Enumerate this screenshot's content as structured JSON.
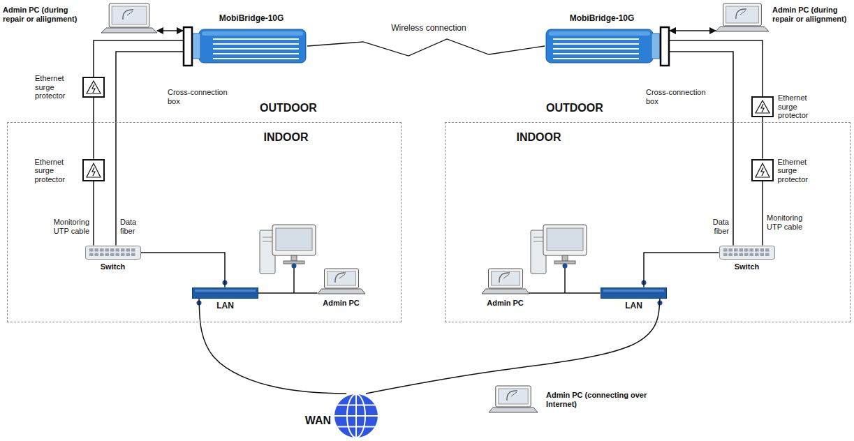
{
  "diagram": {
    "nodes": [
      {
        "text": [
          "Admin PC (during repair or aliignment)"
        ]
      },
      {
        "text": [
          "MobiBridge-10G"
        ]
      },
      {
        "text": [
          "Cross-connection box"
        ]
      },
      {
        "text": [
          "Ethernet surge protector"
        ]
      },
      {
        "text": [
          "INDOOR"
        ]
      },
      {
        "text": [
          "Ethernet surge protector"
        ],
        "in": 4
      },
      {
        "text": [
          "Switch"
        ],
        "in": 4
      },
      {
        "text": [
          "LAN"
        ],
        "in": 4
      },
      {
        "text": [
          "Admin PC"
        ],
        "in": 4
      },
      {
        "text": [
          "MobiBridge-10G"
        ]
      },
      {
        "text": [
          "Admin PC (during repair or aliignment)"
        ]
      },
      {
        "text": [
          "Cross-connection box"
        ]
      },
      {
        "text": [
          "Ethernet surge protector"
        ]
      },
      {
        "text": [
          "INDOOR"
        ]
      },
      {
        "text": [
          "Ethernet surge protector"
        ],
        "in": 13
      },
      {
        "text": [
          "Switch"
        ],
        "in": 13
      },
      {
        "text": [
          "LAN"
        ],
        "in": 13
      },
      {
        "text": [
          "Admin PC"
        ],
        "in": 13
      },
      {
        "text": [
          "WAN"
        ]
      },
      {
        "text": [
          "Admin PC (connecting over Internet)"
        ]
      }
    ],
    "edges": [
      {
        "from": 1,
        "to": 9,
        "arrow": "none",
        "label": "Wireless connection"
      },
      {
        "from": 0,
        "to": 2,
        "arrow": "both"
      },
      {
        "from": 2,
        "to": 3,
        "arrow": "none"
      },
      {
        "from": 3,
        "to": 5,
        "arrow": "none"
      },
      {
        "from": 5,
        "to": 6,
        "arrow": "none"
      },
      {
        "from": 2,
        "to": 6,
        "arrow": "none"
      },
      {
        "from": 6,
        "to": 7,
        "arrow": "none"
      },
      {
        "from": 7,
        "to": 8,
        "arrow": "none"
      },
      {
        "from": 7,
        "to": 18,
        "arrow": "none"
      },
      {
        "from": 10,
        "to": 11,
        "arrow": "both"
      },
      {
        "from": 11,
        "to": 12,
        "arrow": "none"
      },
      {
        "from": 12,
        "to": 14,
        "arrow": "none"
      },
      {
        "from": 14,
        "to": 15,
        "arrow": "none"
      },
      {
        "from": 11,
        "to": 15,
        "arrow": "none"
      },
      {
        "from": 15,
        "to": 16,
        "arrow": "none"
      },
      {
        "from": 16,
        "to": 17,
        "arrow": "none"
      },
      {
        "from": 16,
        "to": 18,
        "arrow": "none"
      }
    ],
    "labels": [
      "OUTDOOR",
      "Monitoring UTP cable",
      "Data fiber",
      "OUTDOOR",
      "Monitoring UTP cable",
      "Data fiber"
    ]
  }
}
